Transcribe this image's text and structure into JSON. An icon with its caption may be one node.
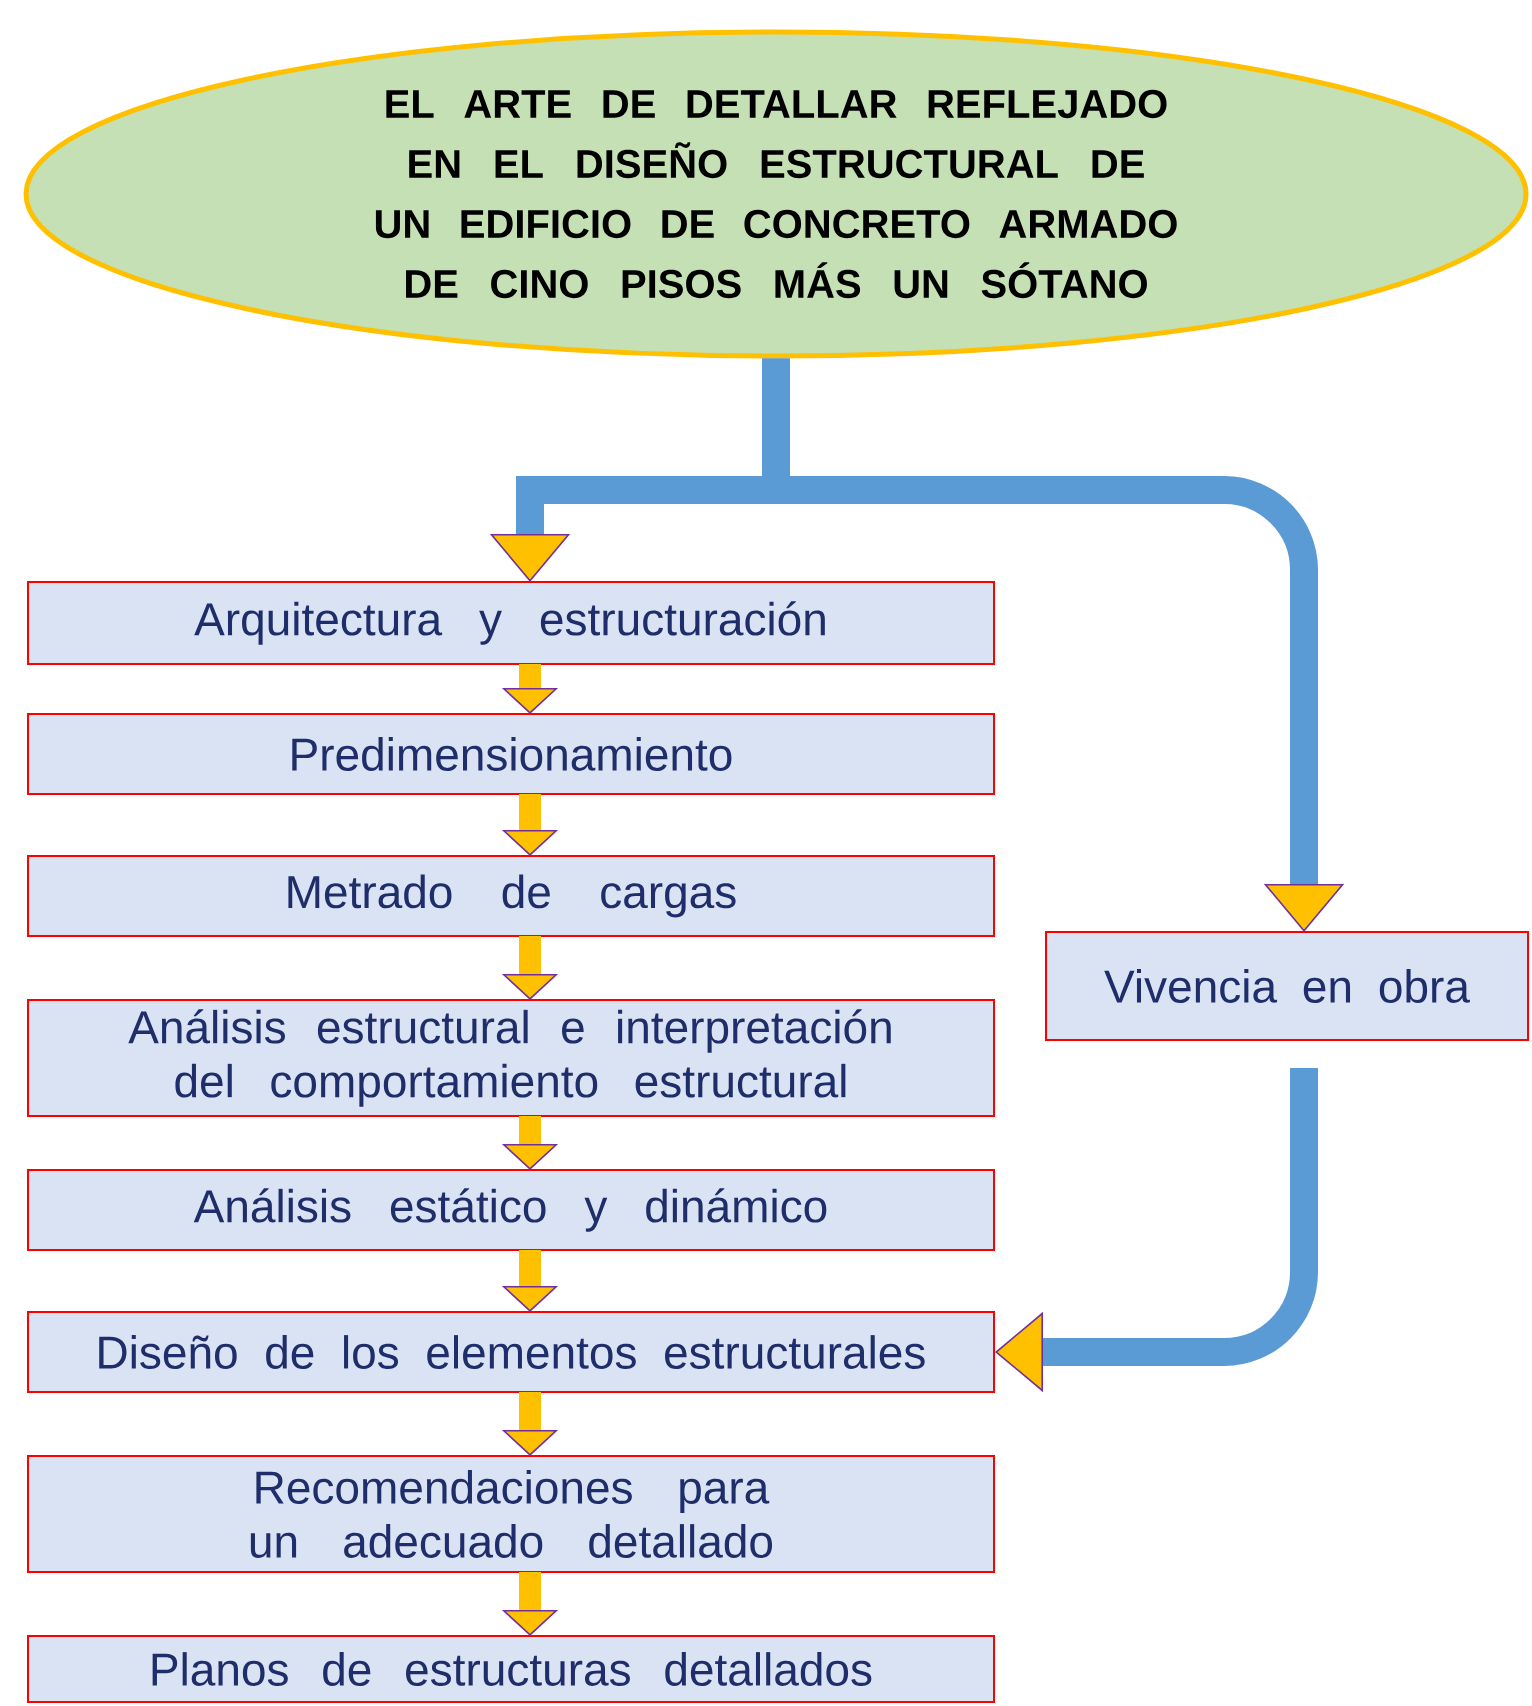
{
  "diagram": {
    "nodes": [
      {
        "text": [
          "EL ARTE DE DETALLAR REFLEJADO EN EL DISEÑO ESTRUCTURAL DE UN EDIFICIO DE CONCRETO ARMADO DE CINO PISOS MÁS UN SÓTANO"
        ]
      },
      {
        "text": [
          "Arquitectura y estructuración"
        ]
      },
      {
        "text": [
          "Predimensionamiento"
        ]
      },
      {
        "text": [
          "Metrado de cargas"
        ]
      },
      {
        "text": [
          "Análisis estructural e interpretación del comportamiento estructural"
        ]
      },
      {
        "text": [
          "Análisis estático y dinámico"
        ]
      },
      {
        "text": [
          "Diseño de los elementos estructurales"
        ]
      },
      {
        "text": [
          "Recomendaciones para un adecuado detallado"
        ]
      },
      {
        "text": [
          "Planos de estructuras detallados"
        ]
      },
      {
        "text": [
          "Vivencia en obra"
        ]
      }
    ],
    "edges": [
      {
        "from": 0,
        "to": 1,
        "arrow": "to",
        "color": "#5b9bd5"
      },
      {
        "from": 0,
        "to": 9,
        "arrow": "to",
        "color": "#5b9bd5"
      },
      {
        "from": 1,
        "to": 2,
        "arrow": "to"
      },
      {
        "from": 2,
        "to": 3,
        "arrow": "to"
      },
      {
        "from": 3,
        "to": 4,
        "arrow": "to"
      },
      {
        "from": 4,
        "to": 5,
        "arrow": "to"
      },
      {
        "from": 5,
        "to": 6,
        "arrow": "to"
      },
      {
        "from": 6,
        "to": 7,
        "arrow": "to"
      },
      {
        "from": 7,
        "to": 8,
        "arrow": "to"
      },
      {
        "from": 9,
        "to": 6,
        "arrow": "to",
        "color": "#5b9bd5"
      }
    ]
  }
}
